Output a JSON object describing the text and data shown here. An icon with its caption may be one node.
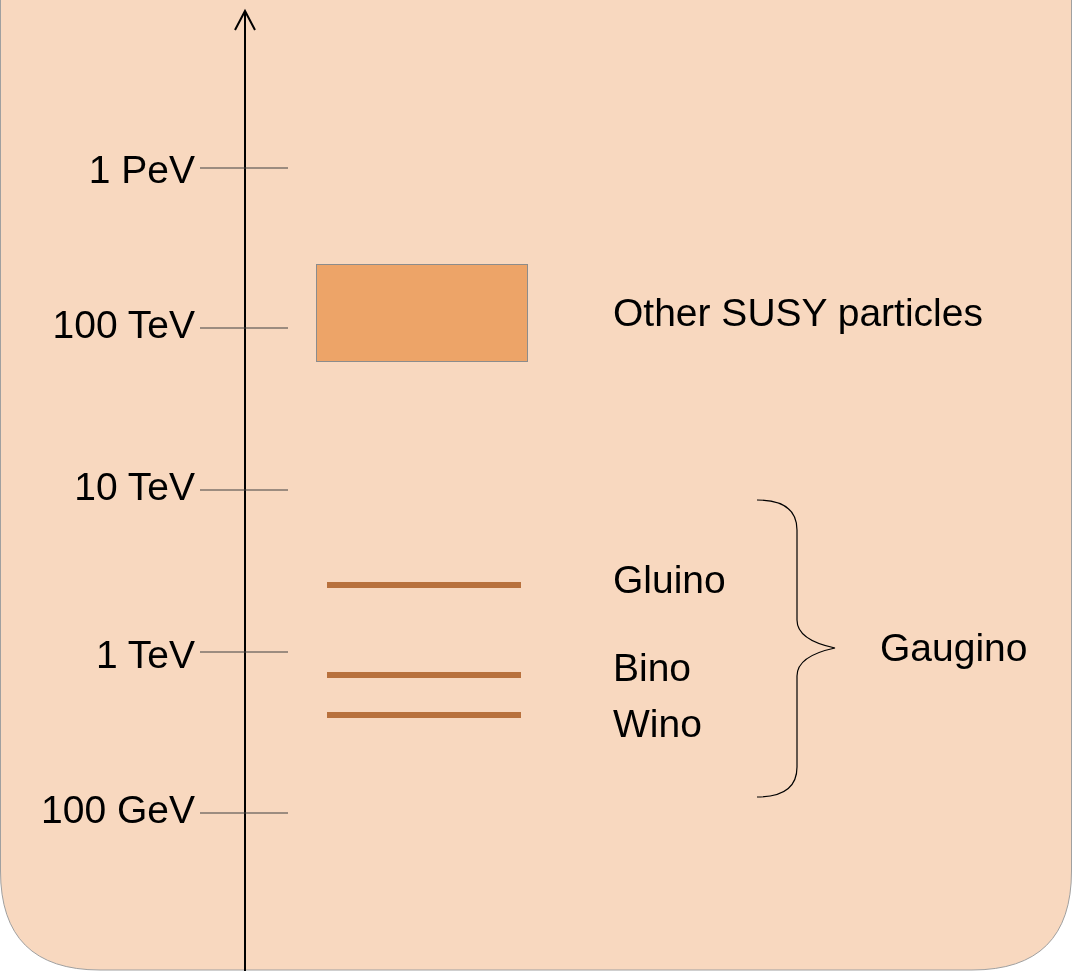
{
  "diagram": {
    "nodes": [
      {
        "text": [],
        "shape": "box",
        "beside": [
          "Other SUSY particles"
        ]
      },
      {
        "text": [],
        "shape": "bar",
        "beside": [
          "Gluino"
        ]
      },
      {
        "text": [],
        "shape": "bar",
        "beside": [
          "Bino"
        ]
      },
      {
        "text": [],
        "shape": "bar",
        "beside": [
          "Wino"
        ]
      }
    ],
    "labels": [
      "1 PeV",
      "100 TeV",
      "10 TeV",
      "1 TeV",
      "100 GeV",
      "Gaugino"
    ]
  }
}
